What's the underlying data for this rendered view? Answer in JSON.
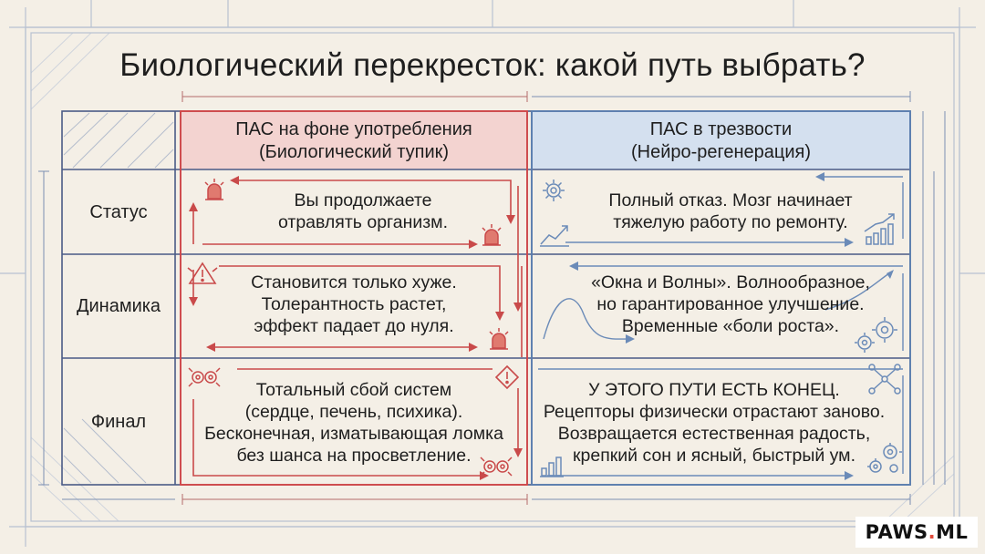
{
  "title": "Биологический перекресток: какой путь выбрать?",
  "columns": {
    "left": {
      "line1": "ПАС на фоне употребления",
      "line2": "(Биологический тупик)"
    },
    "right": {
      "line1": "ПАС в трезвости",
      "line2": "(Нейро-регенерация)"
    }
  },
  "rows": [
    {
      "label": "Статус",
      "left": [
        "Вы продолжаете",
        "отравлять организм."
      ],
      "right": [
        "Полный отказ. Мозг начинает",
        "тяжелую работу по ремонту."
      ]
    },
    {
      "label": "Динамика",
      "left": [
        "Становится только хуже.",
        "Толерантность растет,",
        "эффект падает до нуля."
      ],
      "right": [
        "«Окна и Волны». Волнообразное,",
        "но гарантированное улучшение.",
        "Временные «боли роста»."
      ]
    },
    {
      "label": "Финал",
      "left": [
        "Тотальный сбой систем",
        "(сердце, печень, психика).",
        "Бесконечная, изматывающая ломка",
        "без шанса на просветление."
      ],
      "right": [
        "У ЭТОГО ПУТИ ЕСТЬ КОНЕЦ.",
        "Рецепторы физически отрастают заново.",
        "Возвращается естественная радость,",
        "крепкий сон и ясный, быстрый ум."
      ]
    }
  ],
  "logo": {
    "main": "PAWS",
    "dot": ".",
    "suffix": "ML"
  },
  "colors": {
    "background": "#f4efe6",
    "left_header": "#f3d3d0",
    "right_header": "#d4e0ef",
    "grid_line": "#4a5a86",
    "red_accent": "#d64545",
    "blue_accent": "#5a7fb0"
  },
  "icons": {
    "status_left": [
      "siren-icon",
      "siren-icon"
    ],
    "dynamics_left": [
      "warning-icon",
      "siren-icon"
    ],
    "final_left": [
      "broken-gear-icon",
      "warning-icon",
      "broken-gear-icon"
    ],
    "status_right": [
      "gear-icon",
      "growth-chart-icon",
      "bar-chart-growth-icon"
    ],
    "dynamics_right": [
      "wave-arrow-icon",
      "gears-icon"
    ],
    "final_right": [
      "network-nodes-icon",
      "bar-chart-icon",
      "gears-icon"
    ]
  }
}
